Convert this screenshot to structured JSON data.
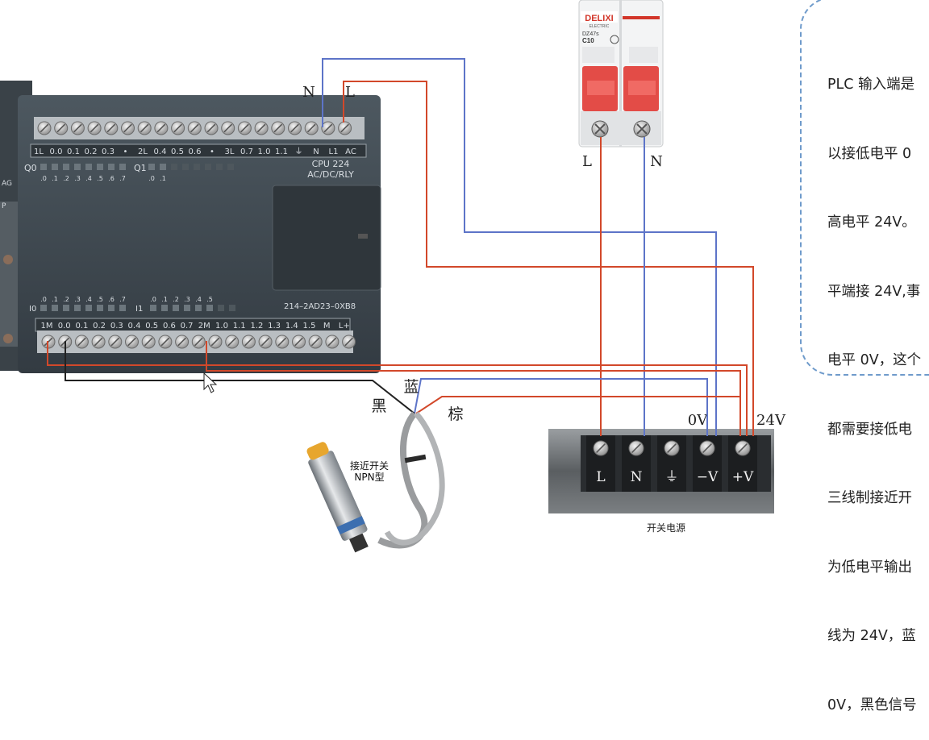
{
  "note": {
    "lines": [
      "PLC 输入端是",
      "以接低电平 0",
      "高电平 24V。",
      "平端接 24V,事",
      "电平 0V，这个",
      "都需要接低电",
      "三线制接近开",
      "为低电平输出",
      "线为 24V，蓝",
      "0V，黑色信号"
    ]
  },
  "plc": {
    "top_strip": [
      "1L",
      "0.0",
      "0.1",
      "0.2",
      "0.3",
      "•",
      "2L",
      "0.4",
      "0.5",
      "0.6",
      "•",
      "3L",
      "0.7",
      "1.0",
      "1.1",
      "⏚",
      "N",
      "L1",
      "AC"
    ],
    "q0": "Q0",
    "q1": "Q1",
    "q0_leds": [
      ".0",
      ".1",
      ".2",
      ".3",
      ".4",
      ".5",
      ".6",
      ".7"
    ],
    "q1_leds": [
      ".0",
      ".1"
    ],
    "model": "CPU 224",
    "model_sub": "AC/DC/RLY",
    "part_no": "214–2AD23–0XB8",
    "i0": "I0",
    "i1": "I1",
    "i0_leds": [
      ".0",
      ".1",
      ".2",
      ".3",
      ".4",
      ".5",
      ".6",
      ".7"
    ],
    "i1_leds": [
      ".0",
      ".1",
      ".2",
      ".3",
      ".4",
      ".5"
    ],
    "bottom_strip": [
      "1M",
      "0.0",
      "0.1",
      "0.2",
      "0.3",
      "0.4",
      "0.5",
      "0.6",
      "0.7",
      "2M",
      "1.0",
      "1.1",
      "1.2",
      "1.3",
      "1.4",
      "1.5",
      "M",
      "L+"
    ],
    "side_text_1": "AG",
    "side_text_2": "P"
  },
  "breaker": {
    "brand": "DELIXI",
    "brand_sub": "ELECTRIC",
    "series": "DZ47s",
    "rating": "C10",
    "line_l": "L",
    "line_n": "N"
  },
  "supply": {
    "caption": "开关电源",
    "terminals": [
      "L",
      "N",
      "⏚",
      "−V",
      "+V"
    ],
    "zero_label": "0V",
    "v24_label": "24V"
  },
  "plc_power": {
    "n_label": "N",
    "l_label": "L"
  },
  "sensor": {
    "name_line1": "接近开关",
    "name_line2": "NPN型",
    "wire_blue": "蓝",
    "wire_black": "黑",
    "wire_brown": "棕"
  },
  "colors": {
    "red_wire": "#d2482a",
    "blue_wire": "#5d74c8",
    "black_wire": "#222222",
    "note_border": "#6f9bcb"
  }
}
